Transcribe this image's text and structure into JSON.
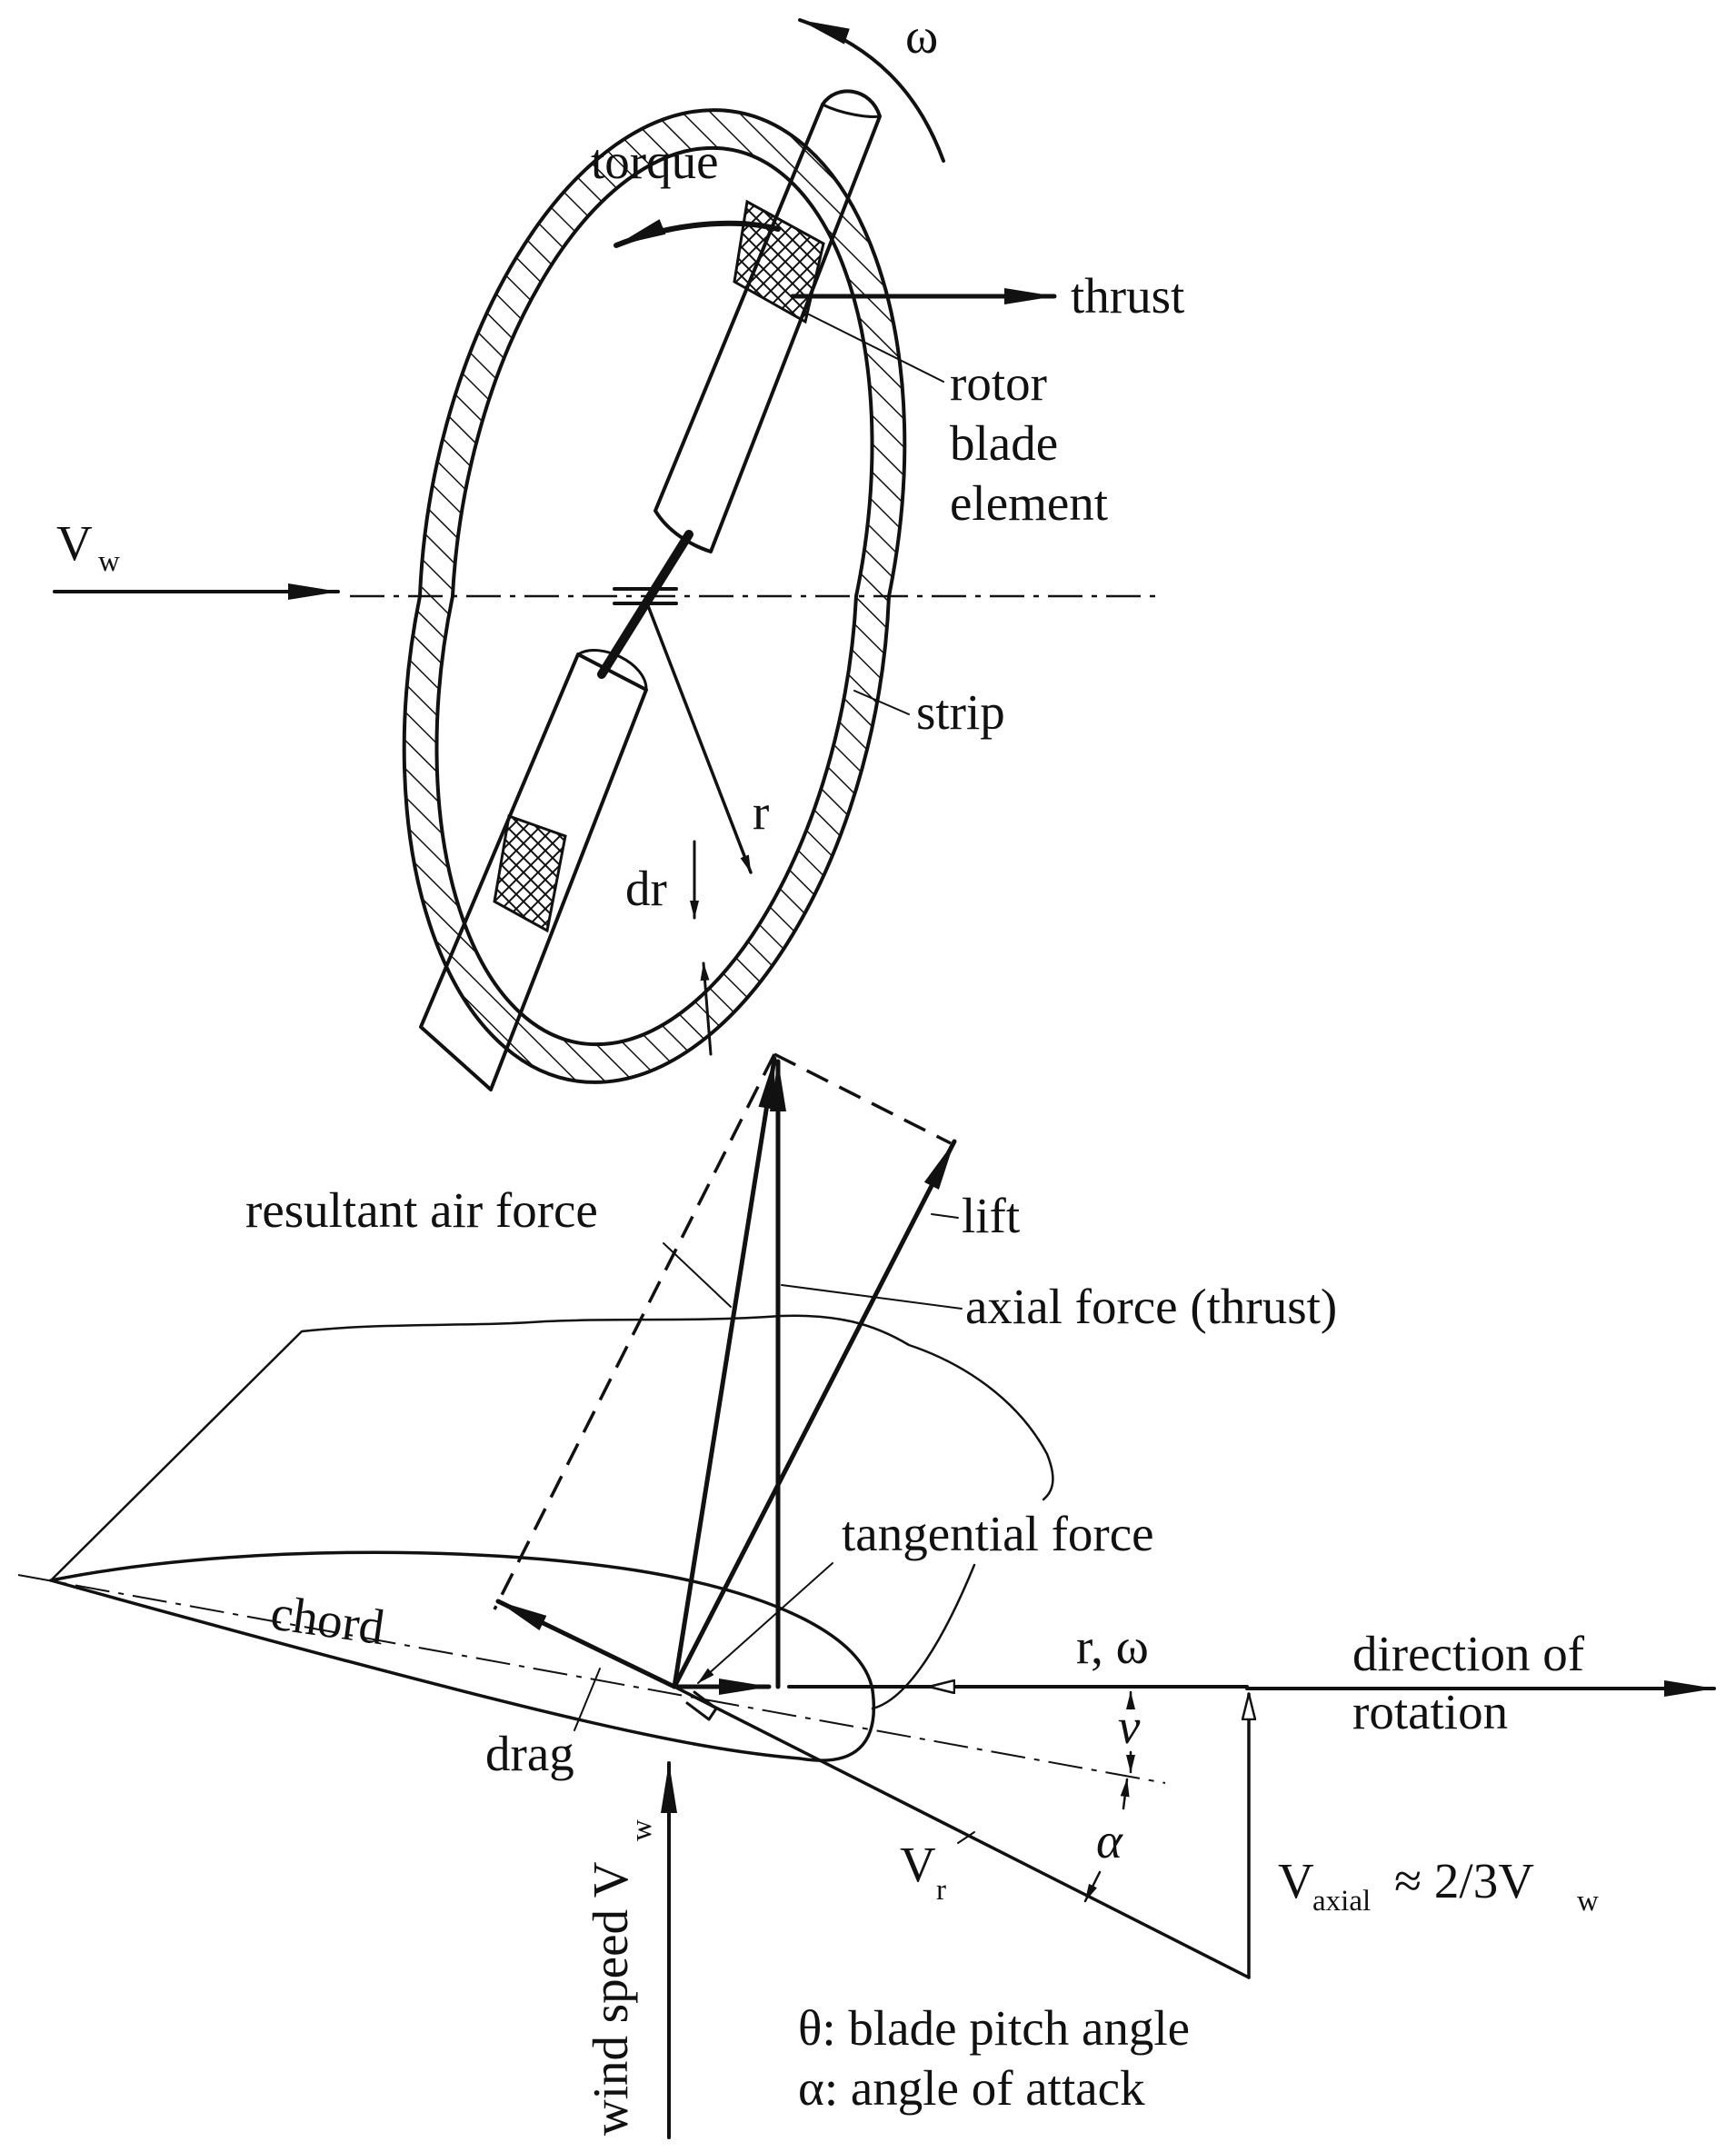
{
  "labels": {
    "omega": "ω",
    "torque": "torque",
    "thrust": "thrust",
    "rotor": "rotor",
    "blade": "blade",
    "element": "element",
    "vw_main": "V",
    "vw_sub": "w",
    "strip": "strip",
    "r": "r",
    "dr": "dr",
    "resultant": "resultant air force",
    "lift": "lift",
    "axial": "axial force (thrust)",
    "tangential": "tangential force",
    "chord": "chord",
    "r_omega": "r, ω",
    "direction_line1": "direction of",
    "direction_line2": "rotation",
    "nu": "v",
    "alpha": "α",
    "drag": "drag",
    "vr_main": "V",
    "vr_sub": "r",
    "vaxial_main": "V",
    "vaxial_sub": "axial",
    "vaxial_rest": "≈ 2/3V",
    "vaxial_w": "w",
    "windspeed": "wind speed V",
    "windspeed_sub": "w",
    "legend_theta": "θ: blade pitch angle",
    "legend_alpha": "α: angle of attack"
  }
}
